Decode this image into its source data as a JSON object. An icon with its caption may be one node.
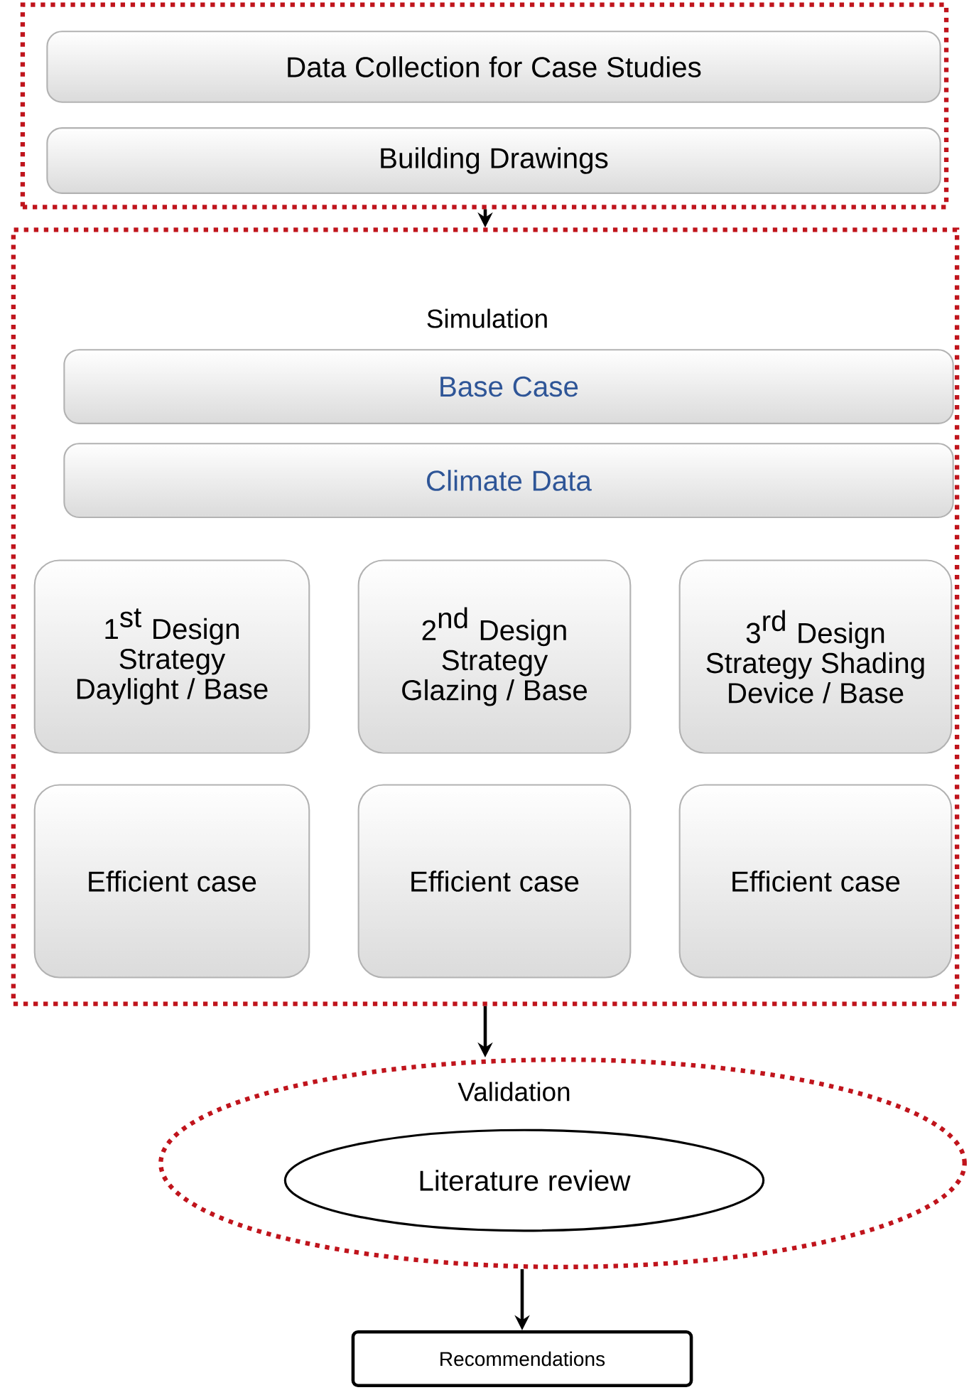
{
  "diagram": {
    "nodes": [
      {
        "text": [],
        "shape": "box"
      },
      {
        "text": [
          "Data Collection for Case Studies"
        ],
        "in": 0
      },
      {
        "text": [
          "Building Drawings"
        ],
        "in": 0
      },
      {
        "text": [
          "Simulation"
        ]
      },
      {
        "text": [
          "Base Case"
        ],
        "in": 3
      },
      {
        "text": [
          "Climate Data"
        ],
        "in": 3
      },
      {
        "text": [
          "\\mbox{1}^{\\mbox{st}}\\ \\mbox{Design}\\allowbreak\\ \\mbox{Strategy}\\allowbreak\\ \\mbox{Daylight}\\allowbreak\\ \\mbox{/}\\ \\mbox{Base}"
        ],
        "in": 3
      },
      {
        "text": [
          "\\mbox{2}^{\\mbox{nd}}\\ \\mbox{Design}\\allowbreak\\ \\mbox{Strategy}\\allowbreak\\ \\mbox{Glazing}\\allowbreak\\ \\mbox{/}\\ \\mbox{Base}"
        ],
        "in": 3
      },
      {
        "text": [
          "\\mbox{3}^{\\mbox{rd}}\\ \\mbox{Design}\\allowbreak\\ \\mbox{Strategy}\\allowbreak\\ \\mbox{Shading}\\allowbreak\\ \\mbox{Device}\\allowbreak\\ \\mbox{/}\\ \\mbox{Base}"
        ],
        "in": 3
      },
      {
        "text": [
          "Efficient case"
        ],
        "in": 3
      },
      {
        "text": [
          "Efficient case"
        ],
        "in": 3
      },
      {
        "text": [
          "Efficient case"
        ],
        "in": 3
      },
      {
        "text": [
          "Validation"
        ]
      },
      {
        "text": [
          "Literature review"
        ],
        "in": 12
      },
      {
        "text": [
          "Recommendations"
        ]
      }
    ],
    "edges": [
      {
        "from": 0,
        "to": 3,
        "arrow": "to"
      },
      {
        "from": 3,
        "to": 12,
        "arrow": "to"
      },
      {
        "from": 12,
        "to": 14,
        "arrow": "to"
      }
    ]
  }
}
